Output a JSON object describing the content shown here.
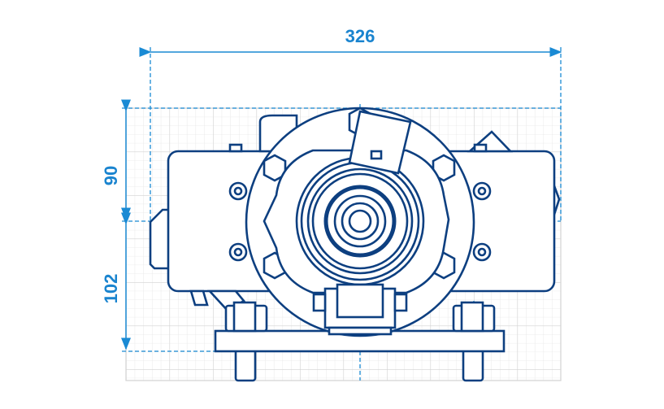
{
  "dimensions": {
    "width_label": "326",
    "upper_height_label": "90",
    "lower_height_label": "102"
  },
  "colors": {
    "drawing": "#0d3f80",
    "dimension": "#1a8ad4",
    "grid": "#d8d8d8"
  }
}
